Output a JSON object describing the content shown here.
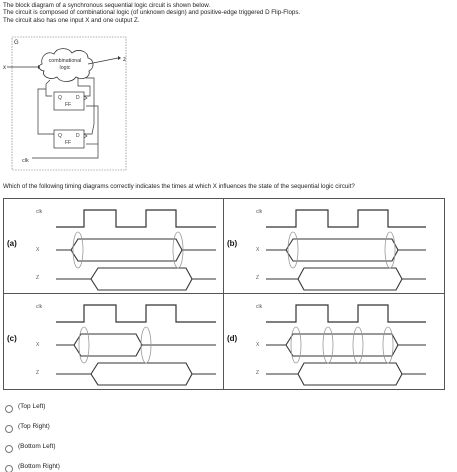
{
  "intro": {
    "line1": "The block diagram of a synchronous sequential logic circuit is shown below.",
    "line2": "The circuit is composed of combinational logic (of unknown design) and positive-edge triggered D Flip-Flops.",
    "line3": "The circuit also has one input X and one output Z."
  },
  "diagram": {
    "box_label": "G",
    "input_label": "x",
    "output_label": "z",
    "cloud_label_1": "combinational",
    "cloud_label_2": "logic",
    "ff_q": "Q",
    "ff_d": "D",
    "ff_name": "FF",
    "clk_label": "clk"
  },
  "question": "Which of the following timing diagrams correctly indicates the times at which X influences the state of the sequential logic circuit?",
  "panels": [
    {
      "label": "(a)",
      "sig_clk": "clk",
      "sig_x": "X",
      "sig_z": "Z"
    },
    {
      "label": "(b)",
      "sig_clk": "clk",
      "sig_x": "X",
      "sig_z": "Z"
    },
    {
      "label": "(c)",
      "sig_clk": "clk",
      "sig_x": "X",
      "sig_z": "Z"
    },
    {
      "label": "(d)",
      "sig_clk": "clk",
      "sig_x": "X",
      "sig_z": "Z"
    }
  ],
  "options": [
    {
      "label": "(Top Left)"
    },
    {
      "label": "(Top Right)"
    },
    {
      "label": "(Bottom Left)"
    },
    {
      "label": "(Bottom Right)"
    }
  ]
}
